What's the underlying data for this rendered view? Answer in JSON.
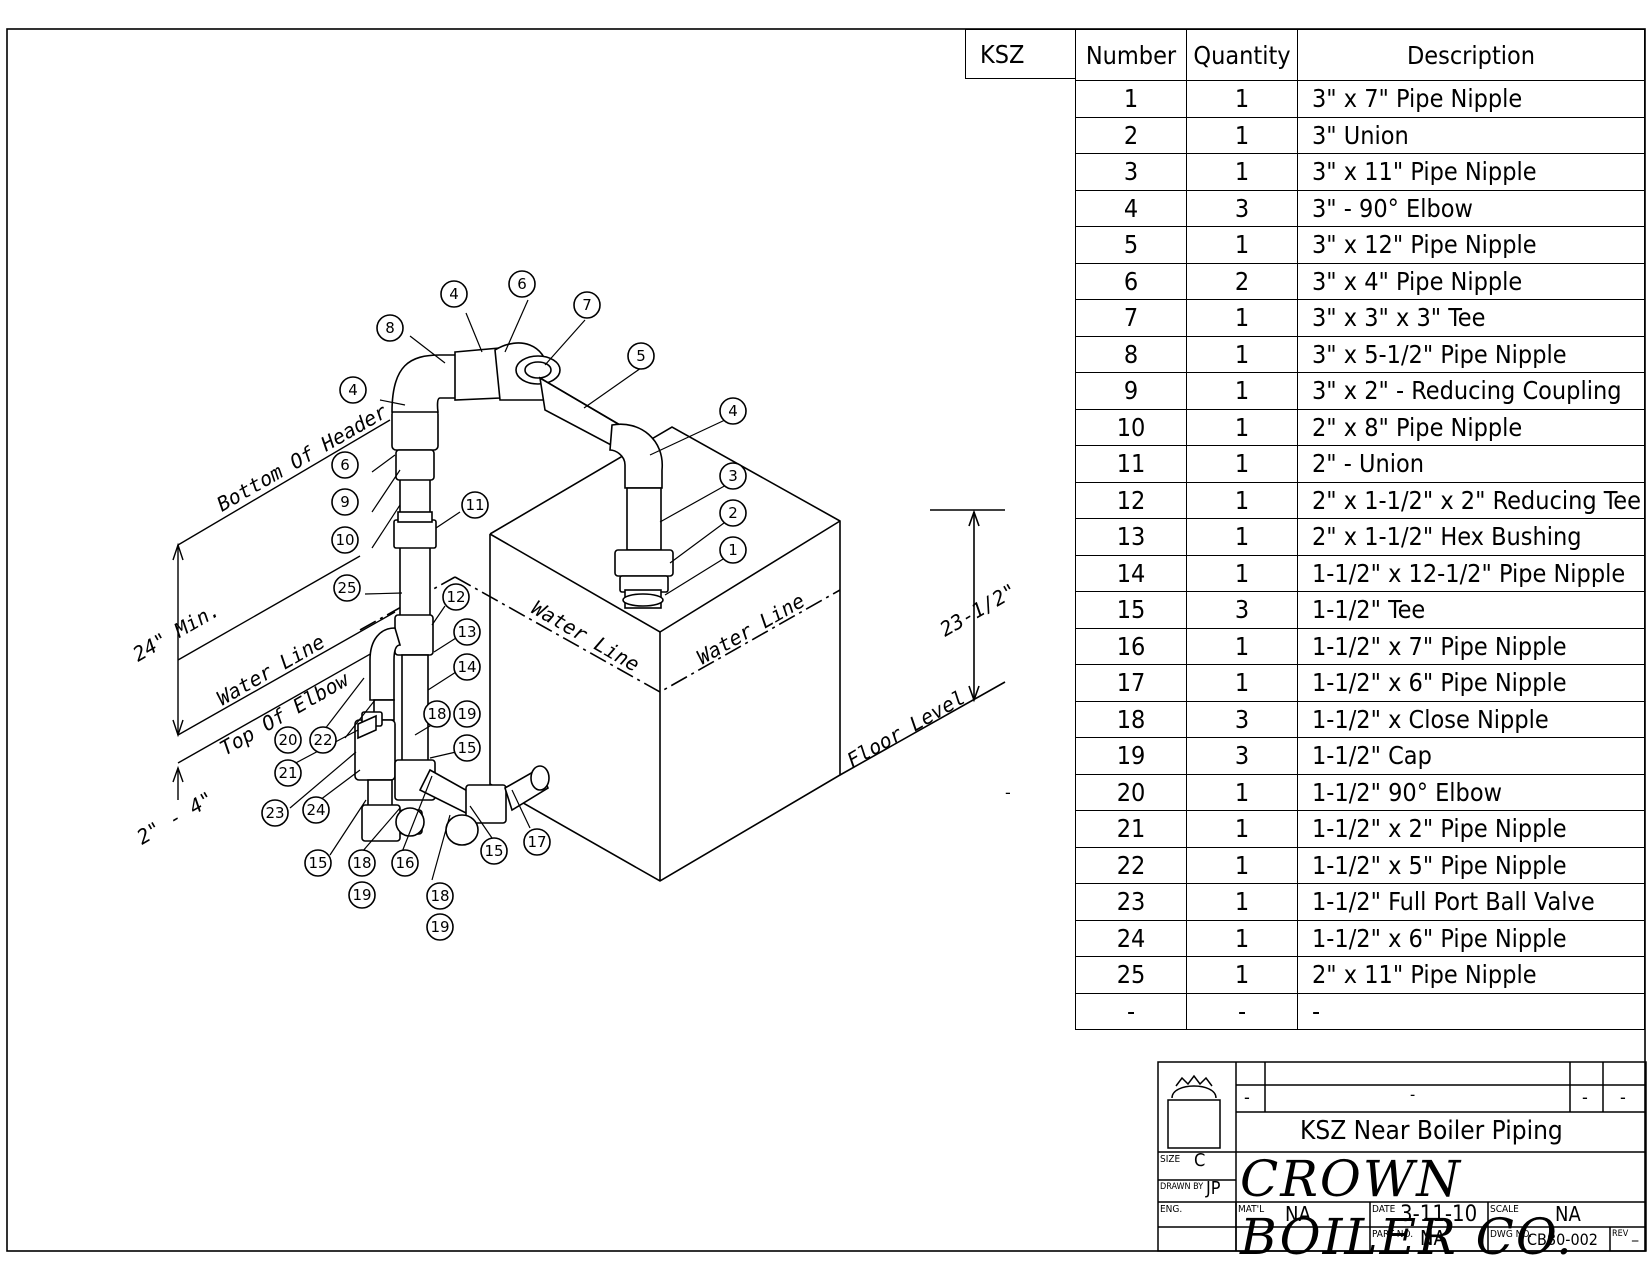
{
  "bom": {
    "corner_label": "KSZ",
    "headers": {
      "number": "Number",
      "quantity": "Quantity",
      "description": "Description"
    },
    "rows": [
      {
        "number": "1",
        "quantity": "1",
        "description": "3\" x 7\" Pipe Nipple"
      },
      {
        "number": "2",
        "quantity": "1",
        "description": "3\" Union"
      },
      {
        "number": "3",
        "quantity": "1",
        "description": "3\" x 11\" Pipe Nipple"
      },
      {
        "number": "4",
        "quantity": "3",
        "description": "3\" - 90° Elbow"
      },
      {
        "number": "5",
        "quantity": "1",
        "description": "3\" x 12\" Pipe Nipple"
      },
      {
        "number": "6",
        "quantity": "2",
        "description": "3\" x 4\" Pipe Nipple"
      },
      {
        "number": "7",
        "quantity": "1",
        "description": "3\" x 3\" x 3\" Tee"
      },
      {
        "number": "8",
        "quantity": "1",
        "description": "3\" x 5-1/2\" Pipe Nipple"
      },
      {
        "number": "9",
        "quantity": "1",
        "description": "3\" x 2\" - Reducing Coupling"
      },
      {
        "number": "10",
        "quantity": "1",
        "description": "2\" x 8\" Pipe Nipple"
      },
      {
        "number": "11",
        "quantity": "1",
        "description": "2\" - Union"
      },
      {
        "number": "12",
        "quantity": "1",
        "description": "2\" x 1-1/2\" x 2\" Reducing Tee"
      },
      {
        "number": "13",
        "quantity": "1",
        "description": "2\" x 1-1/2\" Hex Bushing"
      },
      {
        "number": "14",
        "quantity": "1",
        "description": "1-1/2\" x 12-1/2\" Pipe Nipple"
      },
      {
        "number": "15",
        "quantity": "3",
        "description": "1-1/2\" Tee"
      },
      {
        "number": "16",
        "quantity": "1",
        "description": "1-1/2\" x 7\" Pipe Nipple"
      },
      {
        "number": "17",
        "quantity": "1",
        "description": "1-1/2\" x 6\" Pipe Nipple"
      },
      {
        "number": "18",
        "quantity": "3",
        "description": "1-1/2\" x Close Nipple"
      },
      {
        "number": "19",
        "quantity": "3",
        "description": "1-1/2\" Cap"
      },
      {
        "number": "20",
        "quantity": "1",
        "description": "1-1/2\" 90° Elbow"
      },
      {
        "number": "21",
        "quantity": "1",
        "description": "1-1/2\" x 2\" Pipe Nipple"
      },
      {
        "number": "22",
        "quantity": "1",
        "description": "1-1/2\" x 5\" Pipe Nipple"
      },
      {
        "number": "23",
        "quantity": "1",
        "description": "1-1/2\" Full Port Ball Valve"
      },
      {
        "number": "24",
        "quantity": "1",
        "description": "1-1/2\" x 6\" Pipe Nipple"
      },
      {
        "number": "25",
        "quantity": "1",
        "description": "2\" x 11\" Pipe Nipple"
      },
      {
        "number": "-",
        "quantity": "-",
        "description": "-"
      }
    ]
  },
  "title_block": {
    "rev_dash_left": "-",
    "rev_dash_center": "-",
    "rev_dash_right1": "-",
    "rev_dash_right2": "-",
    "title": "KSZ Near Boiler Piping",
    "size_label": "SIZE",
    "size": "C",
    "drawn_by_label": "DRAWN BY",
    "drawn_by": "JP",
    "company": "CROWN BOILER CO.",
    "eng_label": "ENG.",
    "matl_label": "MAT'L",
    "matl": "NA",
    "date_label": "DATE",
    "date": "3-11-10",
    "scale_label": "SCALE",
    "scale": "NA",
    "part_no_label": "PART NO.",
    "part_no": "NA",
    "dwg_no_label": "DWG NO.",
    "dwg_no": "CB80-002",
    "rev_label": "REV",
    "rev": "_"
  },
  "drawing": {
    "labels": {
      "bottom_of_header": "Bottom Of Header",
      "water_line_left": "Water Line",
      "water_line_top": "Water Line",
      "water_line_right": "Water Line",
      "top_of_elbow": "Top Of Elbow",
      "min_24": "24\" Min.",
      "range_2_4": "2\" - 4\"",
      "dim_23_half": "23-1/2\"",
      "floor_level": "Floor Level",
      "stray_dash": "-"
    },
    "callouts": [
      "1",
      "2",
      "3",
      "4",
      "4",
      "4",
      "5",
      "6",
      "6",
      "7",
      "8",
      "9",
      "10",
      "11",
      "12",
      "13",
      "14",
      "15",
      "15",
      "15",
      "16",
      "17",
      "18",
      "18",
      "18",
      "19",
      "19",
      "19",
      "20",
      "21",
      "22",
      "23",
      "24",
      "25"
    ]
  }
}
